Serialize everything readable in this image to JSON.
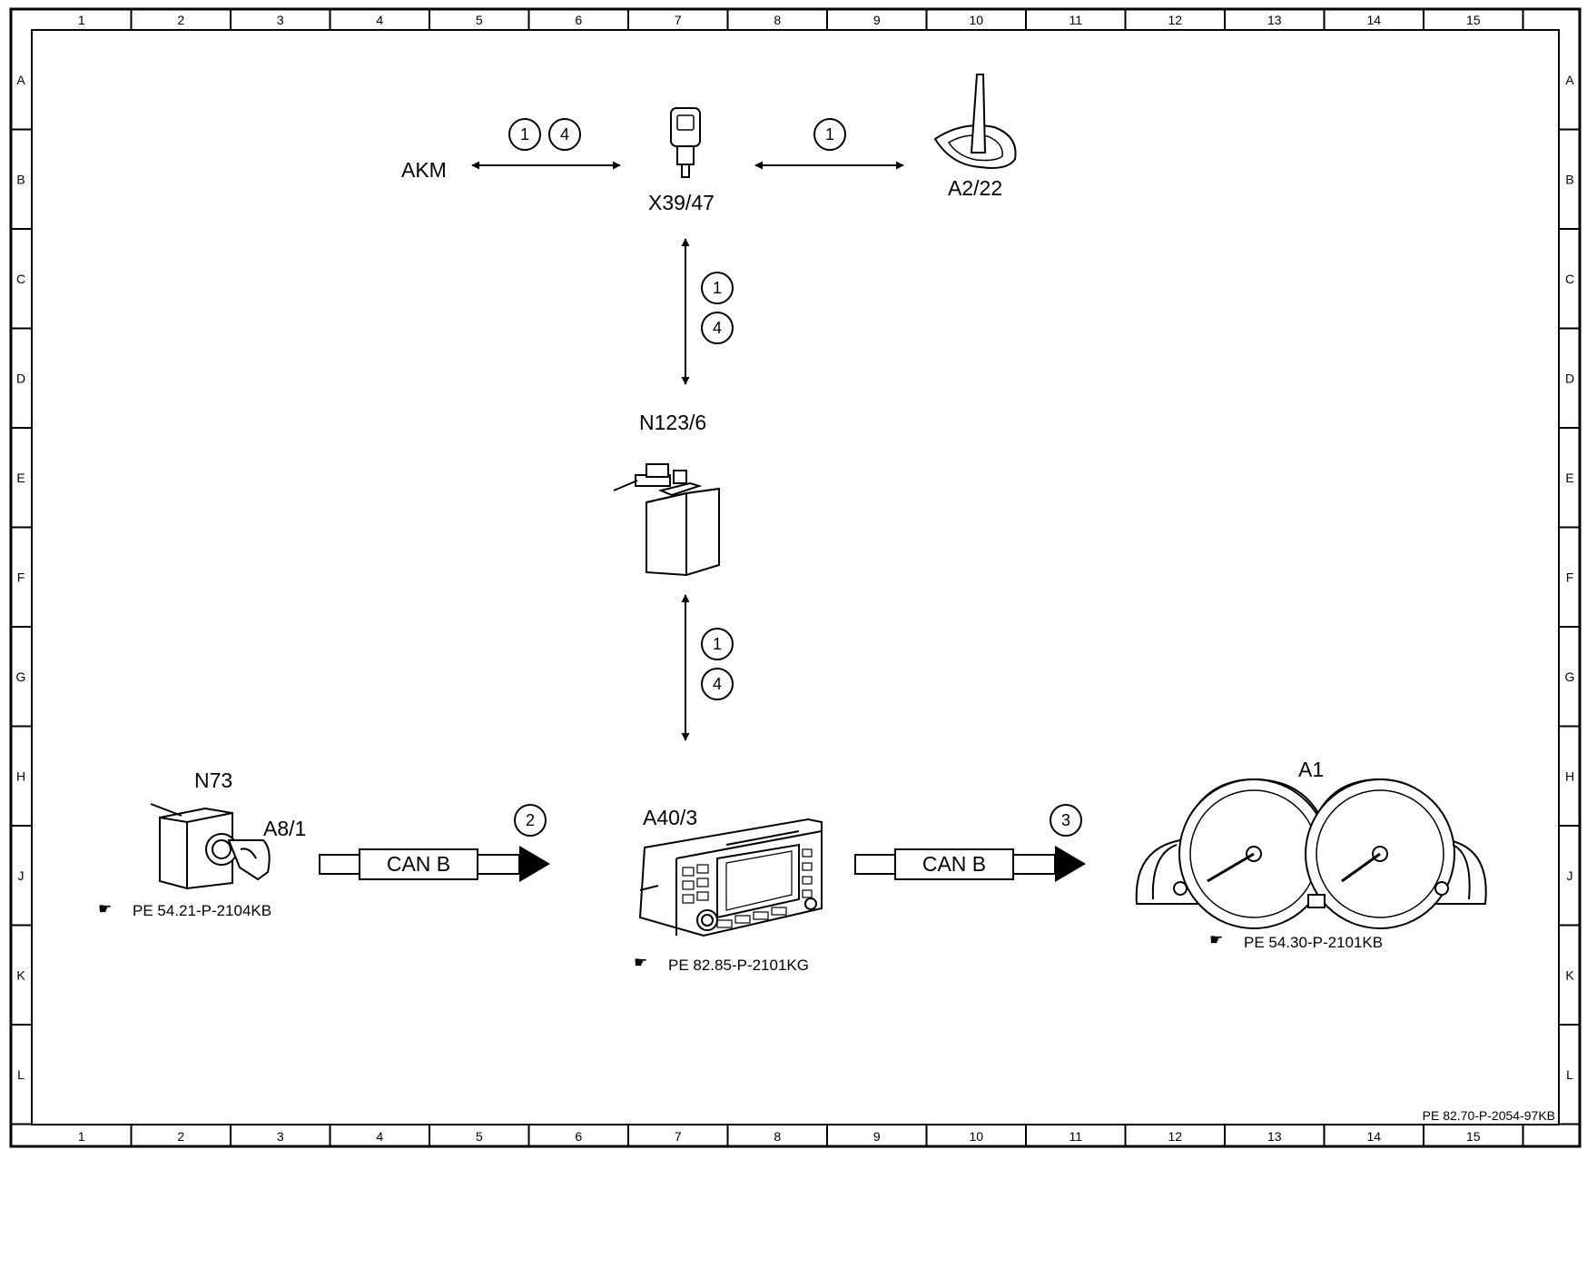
{
  "grid": {
    "columns": [
      "1",
      "2",
      "3",
      "4",
      "5",
      "6",
      "7",
      "8",
      "9",
      "10",
      "11",
      "12",
      "13",
      "14",
      "15"
    ],
    "rows": [
      "A",
      "B",
      "C",
      "D",
      "E",
      "F",
      "G",
      "H",
      "J",
      "K",
      "L"
    ]
  },
  "components": {
    "akm": "AKM",
    "x39": "X39/47",
    "a2_22": "A2/22",
    "n123_6": "N123/6",
    "n73": "N73",
    "a8_1": "A8/1",
    "a40_3": "A40/3",
    "a1": "A1"
  },
  "signals": {
    "akm_x39": [
      "1",
      "4"
    ],
    "x39_a2": [
      "1"
    ],
    "x39_n123": [
      "1",
      "4"
    ],
    "n123_a40": [
      "1",
      "4"
    ],
    "n73_a40": "2",
    "a40_a1": "3"
  },
  "bus_labels": {
    "left": "CAN B",
    "right": "CAN B"
  },
  "references": {
    "n73": "PE 54.21-P-2104KB",
    "a40_3": "PE 82.85-P-2101KG",
    "a1": "PE 54.30-P-2101KB"
  },
  "document_id": "PE 82.70-P-2054-97KB"
}
